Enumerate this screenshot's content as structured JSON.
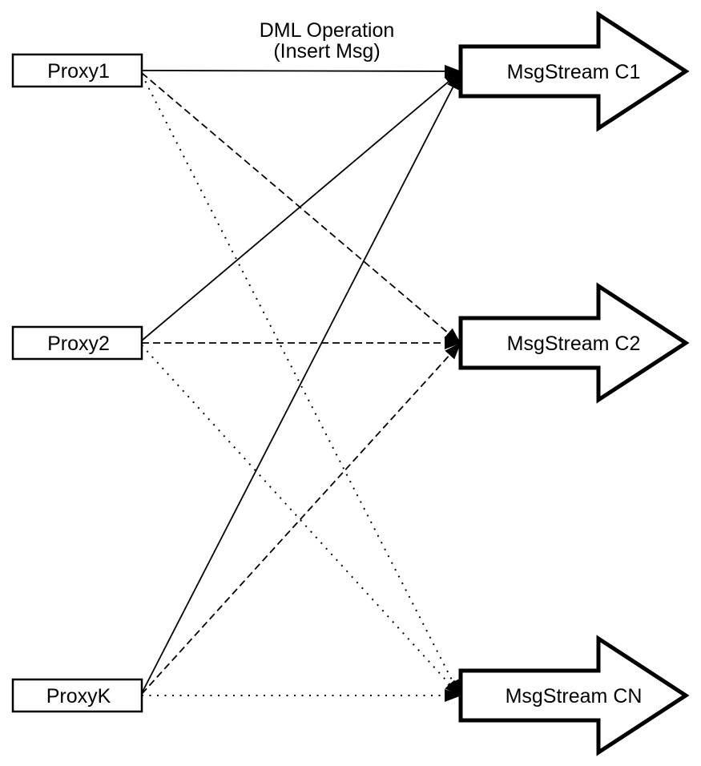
{
  "diagram": {
    "title": {
      "line1": "DML Operation",
      "line2": "(Insert Msg)"
    },
    "proxies": [
      {
        "label": "Proxy1"
      },
      {
        "label": "Proxy2"
      },
      {
        "label": "ProxyK"
      }
    ],
    "streams": [
      {
        "label": "MsgStream C1"
      },
      {
        "label": "MsgStream C2"
      },
      {
        "label": "MsgStream CN"
      }
    ],
    "edges": [
      {
        "from": "Proxy1",
        "to": "MsgStream C1",
        "style": "solid"
      },
      {
        "from": "Proxy1",
        "to": "MsgStream C2",
        "style": "dashed"
      },
      {
        "from": "Proxy1",
        "to": "MsgStream CN",
        "style": "dotted"
      },
      {
        "from": "Proxy2",
        "to": "MsgStream C1",
        "style": "solid"
      },
      {
        "from": "Proxy2",
        "to": "MsgStream C2",
        "style": "dashed"
      },
      {
        "from": "Proxy2",
        "to": "MsgStream CN",
        "style": "dotted"
      },
      {
        "from": "ProxyK",
        "to": "MsgStream C1",
        "style": "solid"
      },
      {
        "from": "ProxyK",
        "to": "MsgStream C2",
        "style": "dashed"
      },
      {
        "from": "ProxyK",
        "to": "MsgStream CN",
        "style": "dotted"
      }
    ],
    "colors": {
      "stroke": "#000000",
      "fill": "#ffffff",
      "background": "#ffffff"
    }
  }
}
